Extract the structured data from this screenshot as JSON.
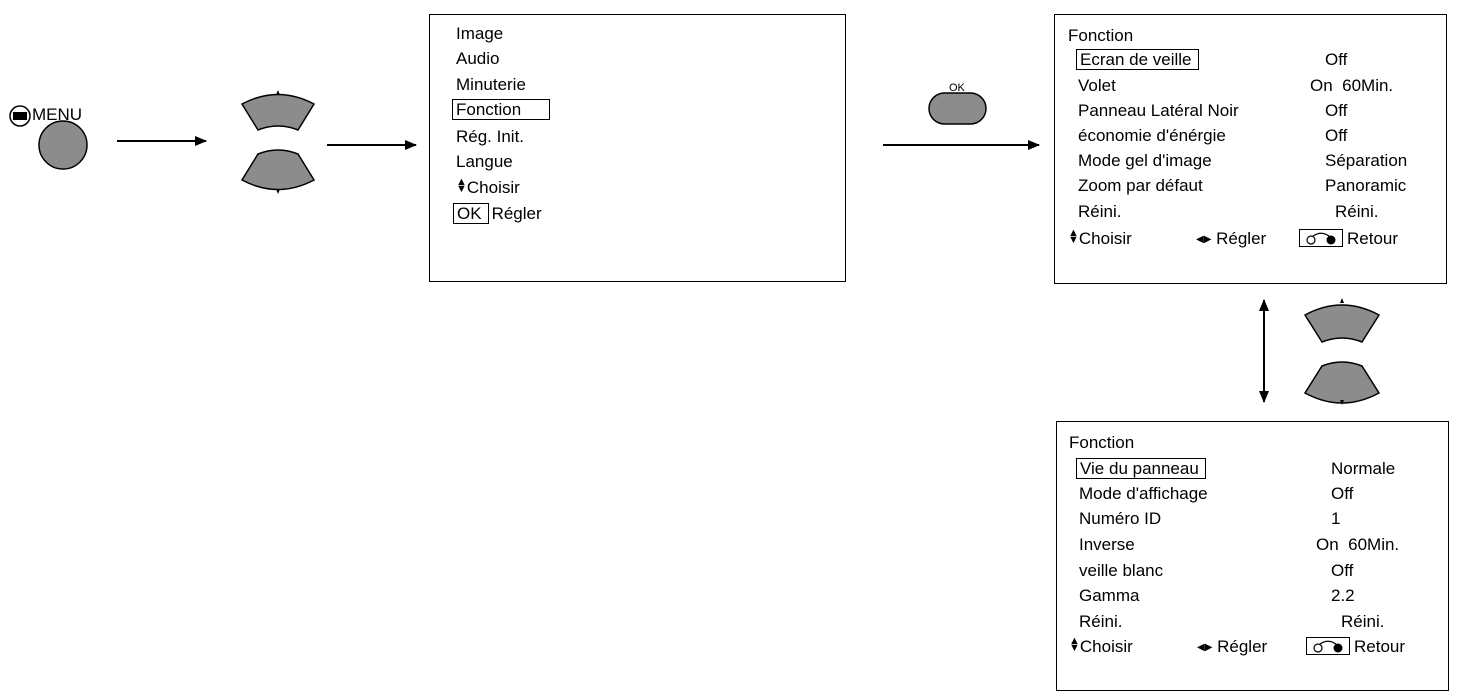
{
  "menu_button": {
    "label": "MENU"
  },
  "ok_button": {
    "label": "OK"
  },
  "main_menu": {
    "items": [
      "Image",
      "Audio",
      "Minuterie",
      "Fonction",
      "Rég. Init.",
      "Langue"
    ],
    "selected": "Fonction",
    "hint_choose": "Choisir",
    "hint_ok": "OK",
    "hint_set": "Régler"
  },
  "fonction_page1": {
    "title": "Fonction",
    "rows": [
      {
        "label": "Ecran de veille",
        "value": "Off"
      },
      {
        "label": "Volet",
        "value": "On  60Min."
      },
      {
        "label": "Panneau Latéral Noir",
        "value": "Off"
      },
      {
        "label": "économie d'énérgie",
        "value": "Off"
      },
      {
        "label": "Mode gel d'image",
        "value": "Séparation"
      },
      {
        "label": "Zoom par défaut",
        "value": "Panoramic"
      },
      {
        "label": "Réini.",
        "value": "Réini."
      }
    ],
    "selected": "Ecran de veille",
    "hint_choose": "Choisir",
    "hint_set": "Régler",
    "hint_return": "Retour"
  },
  "fonction_page2": {
    "title": "Fonction",
    "rows": [
      {
        "label": "Vie du panneau",
        "value": "Normale"
      },
      {
        "label": "Mode d'affichage",
        "value": "Off"
      },
      {
        "label": "Numéro ID",
        "value": "1"
      },
      {
        "label": "Inverse",
        "value": "On  60Min."
      },
      {
        "label": "veille blanc",
        "value": "Off"
      },
      {
        "label": "Gamma",
        "value": "2.2"
      },
      {
        "label": "Réini.",
        "value": "Réini."
      }
    ],
    "selected": "Vie du panneau",
    "hint_choose": "Choisir",
    "hint_set": "Régler",
    "hint_return": "Retour"
  }
}
